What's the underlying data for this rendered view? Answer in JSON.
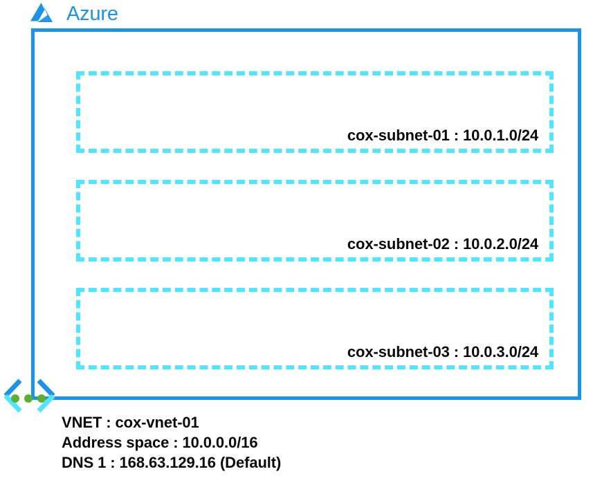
{
  "brand": {
    "logo_icon": "azure-logo-icon",
    "name": "Azure",
    "color": "#1b93e8"
  },
  "diagram": {
    "type": "azure-vnet-topology",
    "colors": {
      "vnet_border": "#1b93e8",
      "subnet_border": "#50e6ff",
      "text": "#0a0a0a",
      "connector_dot": "#5cb031",
      "connector_arrow_primary": "#1b93e8",
      "connector_arrow_secondary": "#50e6ff"
    },
    "vnet": {
      "name": "cox-vnet-01",
      "subnets": [
        {
          "label": "cox-subnet-01 : 10.0.1.0/24"
        },
        {
          "label": "cox-subnet-02 : 10.0.2.0/24"
        },
        {
          "label": "cox-subnet-03 : 10.0.3.0/24"
        }
      ]
    },
    "connector": {
      "icon": "vnet-gateway-connector-icon",
      "dot_count": 3
    },
    "caption": {
      "lines": [
        "VNET : cox-vnet-01",
        "Address space : 10.0.0.0/16",
        "DNS 1 : 168.63.129.16 (Default)"
      ]
    }
  }
}
